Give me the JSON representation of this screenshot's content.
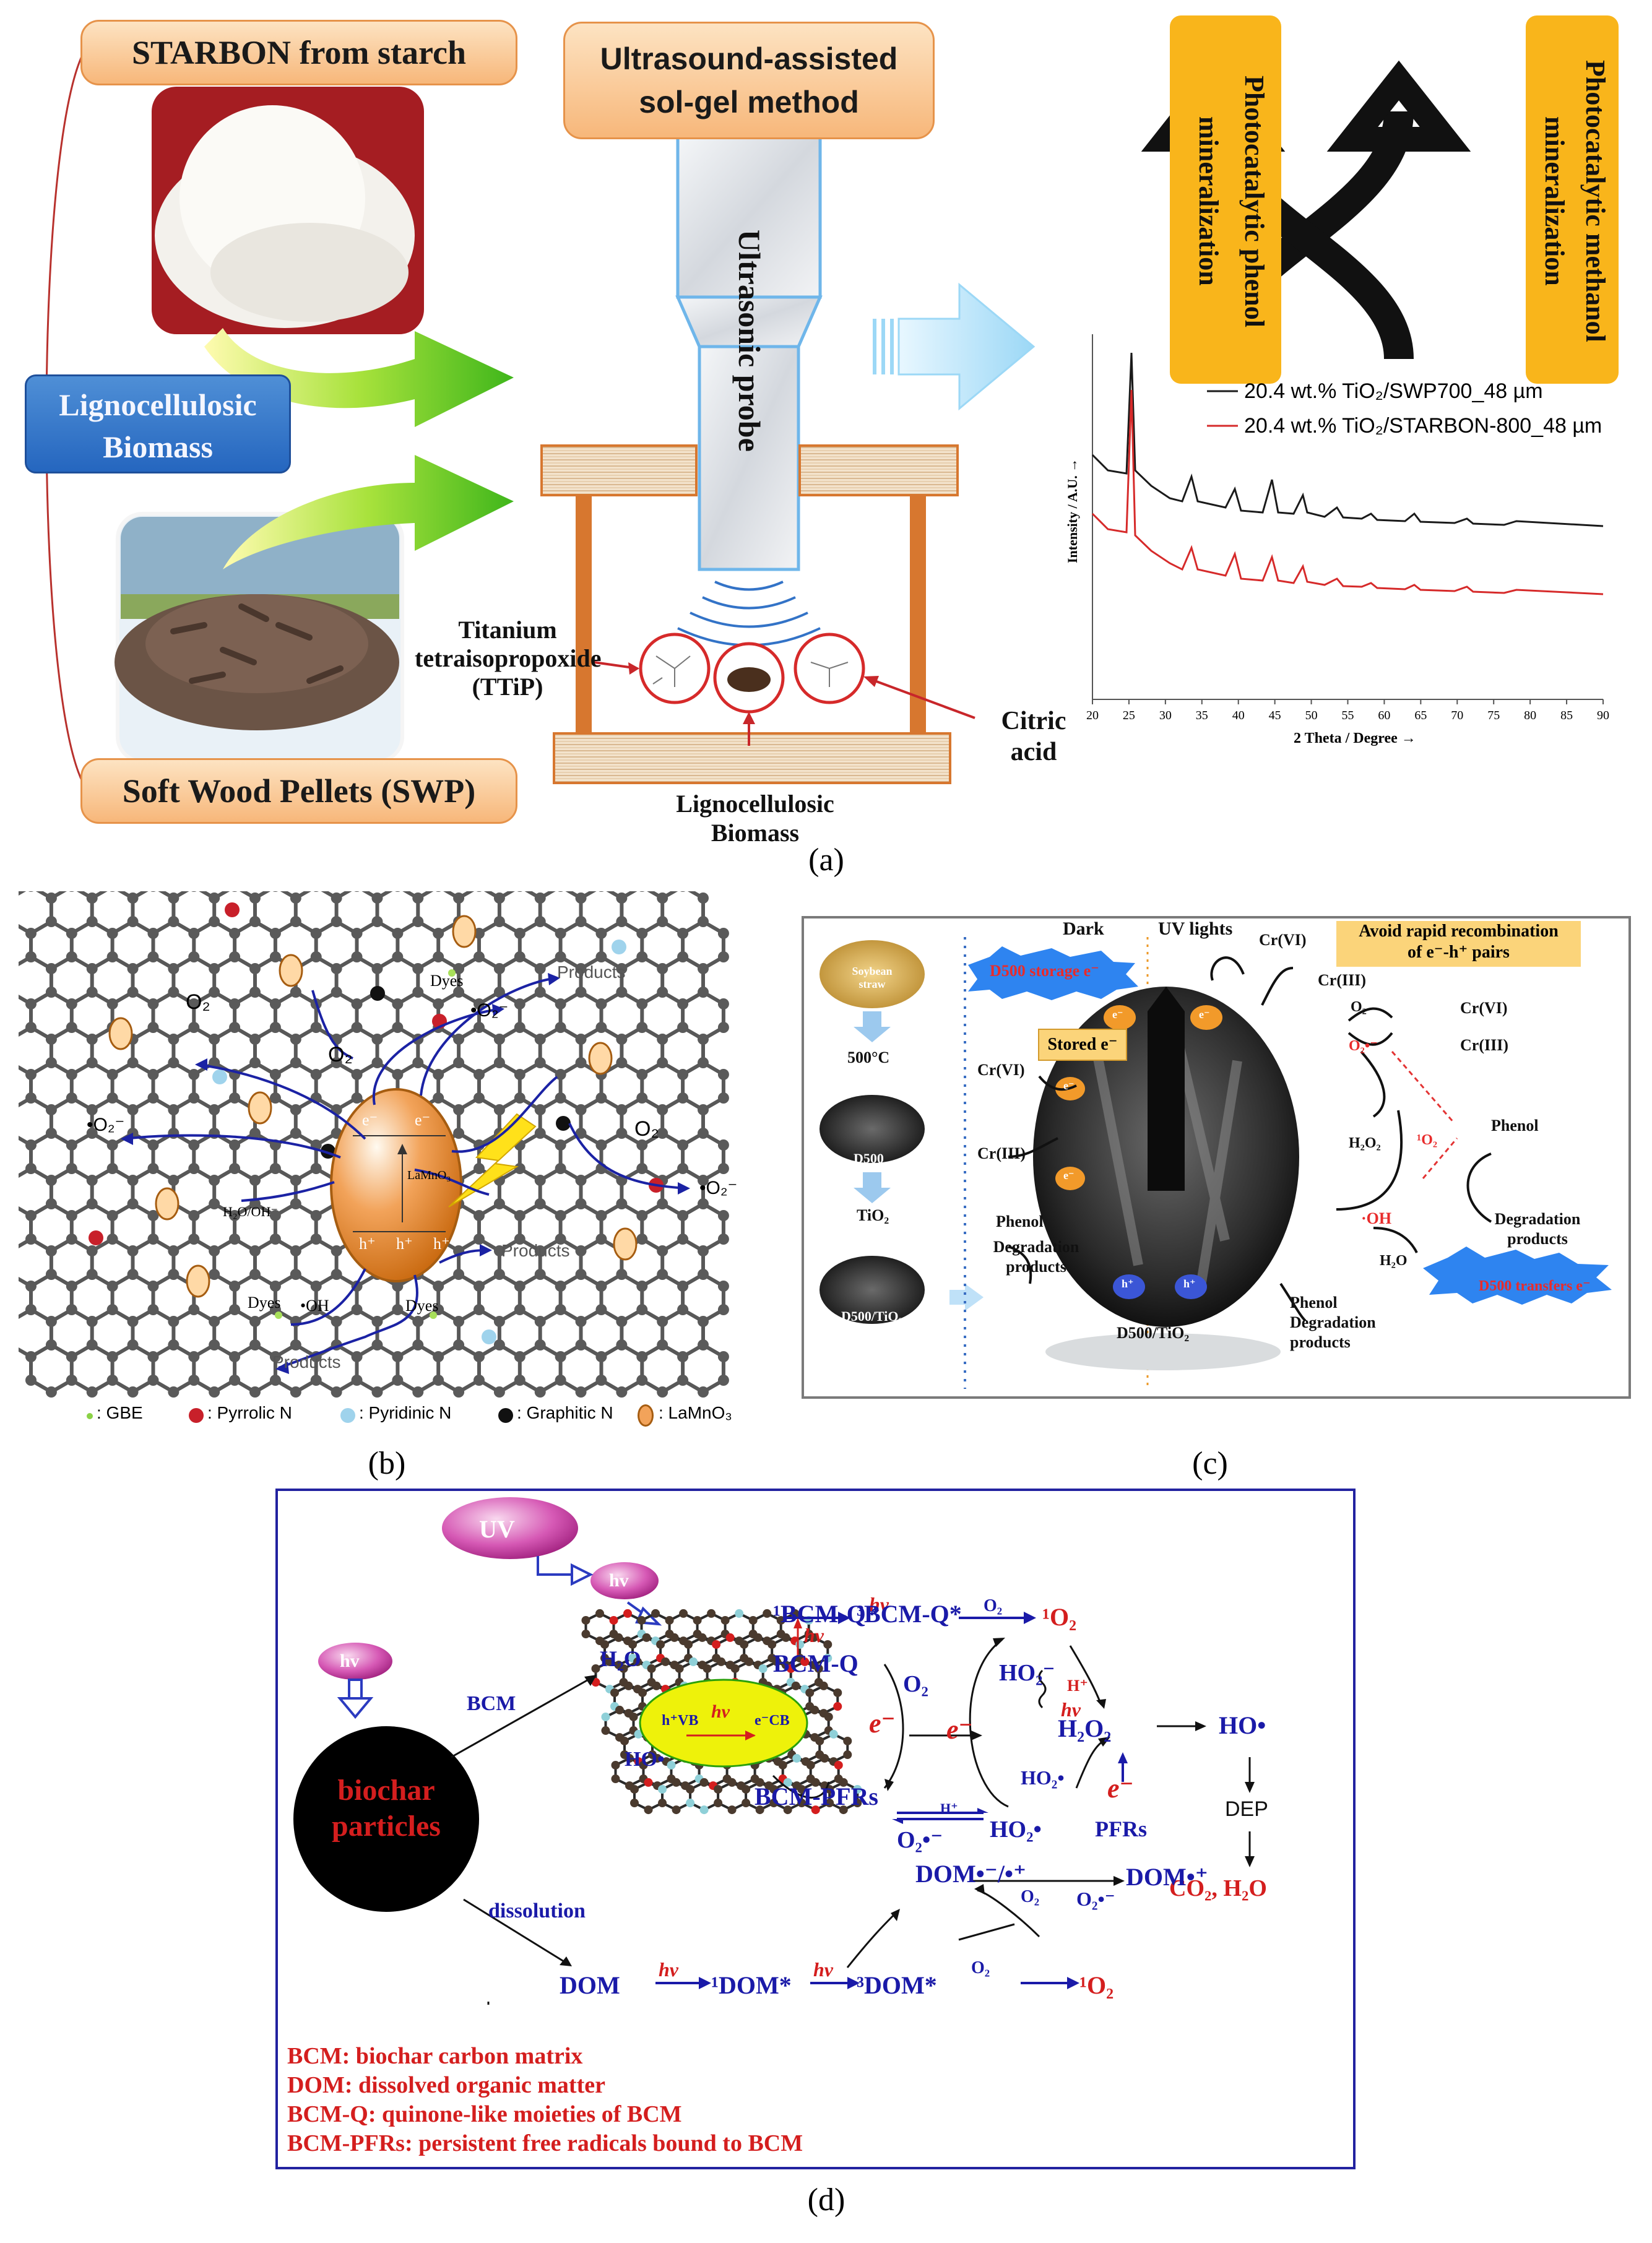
{
  "panel_a": {
    "label": "(a)",
    "starbon_title": "STARBON from starch",
    "lignocellulosic_title_line1": "Lignocellulosic",
    "lignocellulosic_title_line2": "Biomass",
    "swp_title": "Soft Wood Pellets (SWP)",
    "ultrasound_title_line1": "Ultrasound-assisted",
    "ultrasound_title_line2": "sol-gel method",
    "probe_label": "Ultrasonic probe",
    "ttip_line1": "Titanium",
    "ttip_line2": "tetraisopropoxide",
    "ttip_line3": "(TTiP)",
    "citric_line1": "Citric",
    "citric_line2": "acid",
    "biomass_label": "Lignocellulosic Biomass",
    "phenol_line1": "Photocatalytic phenol",
    "phenol_line2": "mineralization",
    "methanol_line1": "Photocatalytic methanol",
    "methanol_line2": "mineralization",
    "xrd_ylabel": "Intensity / A.U. →",
    "xrd_xlabel": "2 Theta / Degree →",
    "xrd_ticks": [
      "20",
      "25",
      "30",
      "35",
      "40",
      "45",
      "50",
      "55",
      "60",
      "65",
      "70",
      "75",
      "80",
      "85",
      "90"
    ],
    "legend1": "20.4 wt.% TiO₂/SWP700_48 µm",
    "legend2": "20.4 wt.% TiO₂/STARBON-800_48 µm",
    "colors": {
      "series1": "#1a1a1a",
      "series2": "#d62a2a"
    }
  },
  "panel_b": {
    "label": "(b)",
    "o2_1": "O₂",
    "o2_2": "O₂",
    "o2_3": "O₂",
    "o2_rad_1": "•O₂⁻",
    "o2_rad_2": "•O₂⁻",
    "o2_rad_3": "•O₂⁻",
    "dyes_1": "Dyes",
    "dyes_2": "Dyes",
    "dyes_3": "Dyes",
    "products_1": "Products",
    "products_2": "Products",
    "products_3": "Products",
    "h2o_oh": "H₂O/OH⁻",
    "oh_rad": "•OH",
    "lamno3": "LaMnO₃",
    "electron": "e⁻",
    "hole": "h⁺",
    "legend_gbe": ": GBE",
    "legend_pyrrolic": ": Pyrrolic N",
    "legend_pyridinic": ": Pyridinic N",
    "legend_graphitic": ": Graphitic N",
    "legend_lamno3": ": LaMnO₃"
  },
  "panel_c": {
    "label": "(c)",
    "dark": "Dark",
    "uv_lights": "UV lights",
    "avoid_line1": "Avoid rapid recombination",
    "avoid_line2": "of e⁻-h⁺ pairs",
    "d500_storage": "D500 storage e⁻",
    "soybean": "Soybean straw",
    "temp": "500°C",
    "d500": "D500",
    "tio2": "TiO₂",
    "d500_tio2": "D500/TiO₂",
    "stored_e": "Stored e⁻",
    "cr6": "Cr(VI)",
    "cr3": "Cr(III)",
    "phenol": "Phenol",
    "degradation_line1": "Degradation",
    "degradation_line2": "products",
    "o2": "O₂",
    "o2_rad": "O₂•⁻",
    "h2o2": "H₂O₂",
    "singlet_o2": "¹O₂",
    "oh": "·OH",
    "h2o": "H₂O",
    "d500_transfers": "D500 transfers e⁻",
    "electron": "e⁻",
    "hole": "h⁺"
  },
  "panel_d": {
    "label": "(d)",
    "uv": "UV",
    "hv": "hv",
    "bcm": "BCM",
    "biochar_line1": "biochar",
    "biochar_line2": "particles",
    "dissolution": "dissolution",
    "h2o": "H₂O",
    "ho_rad": "HO•",
    "hvb": "h⁺VB",
    "ecb": "e⁻CB",
    "bcm_q1": "¹BCM-Q*",
    "bcm_q3": "³BCM-Q*",
    "o2": "O₂",
    "singlet_o2": "¹O₂",
    "bcm_q": "BCM-Q",
    "bcm_pfrs": "BCM-PFRs",
    "electron": "e⁻",
    "o2_rad": "O₂•⁻",
    "ho2_minus": "HO₂⁻",
    "ho2_rad": "HO₂•",
    "h_plus": "H⁺",
    "h2o2": "H₂O₂",
    "pfrs": "PFRs",
    "dep": "DEP",
    "co2_h2o": "CO₂, H₂O",
    "dom": "DOM",
    "dom_rad": "DOM•⁻/•⁺",
    "dom_plus": "DOM•⁺",
    "dom1": "¹DOM*",
    "dom3": "³DOM*",
    "def_bcm": "BCM: biochar carbon matrix",
    "def_dom": "DOM: dissolved organic matter",
    "def_bcmq": "BCM-Q: quinone-like moieties of BCM",
    "def_pfrs": "BCM-PFRs: persistent free radicals bound to BCM",
    "colors": {
      "blue": "#1a1aa8",
      "red": "#d41e1e",
      "frame": "#2222a0"
    }
  }
}
